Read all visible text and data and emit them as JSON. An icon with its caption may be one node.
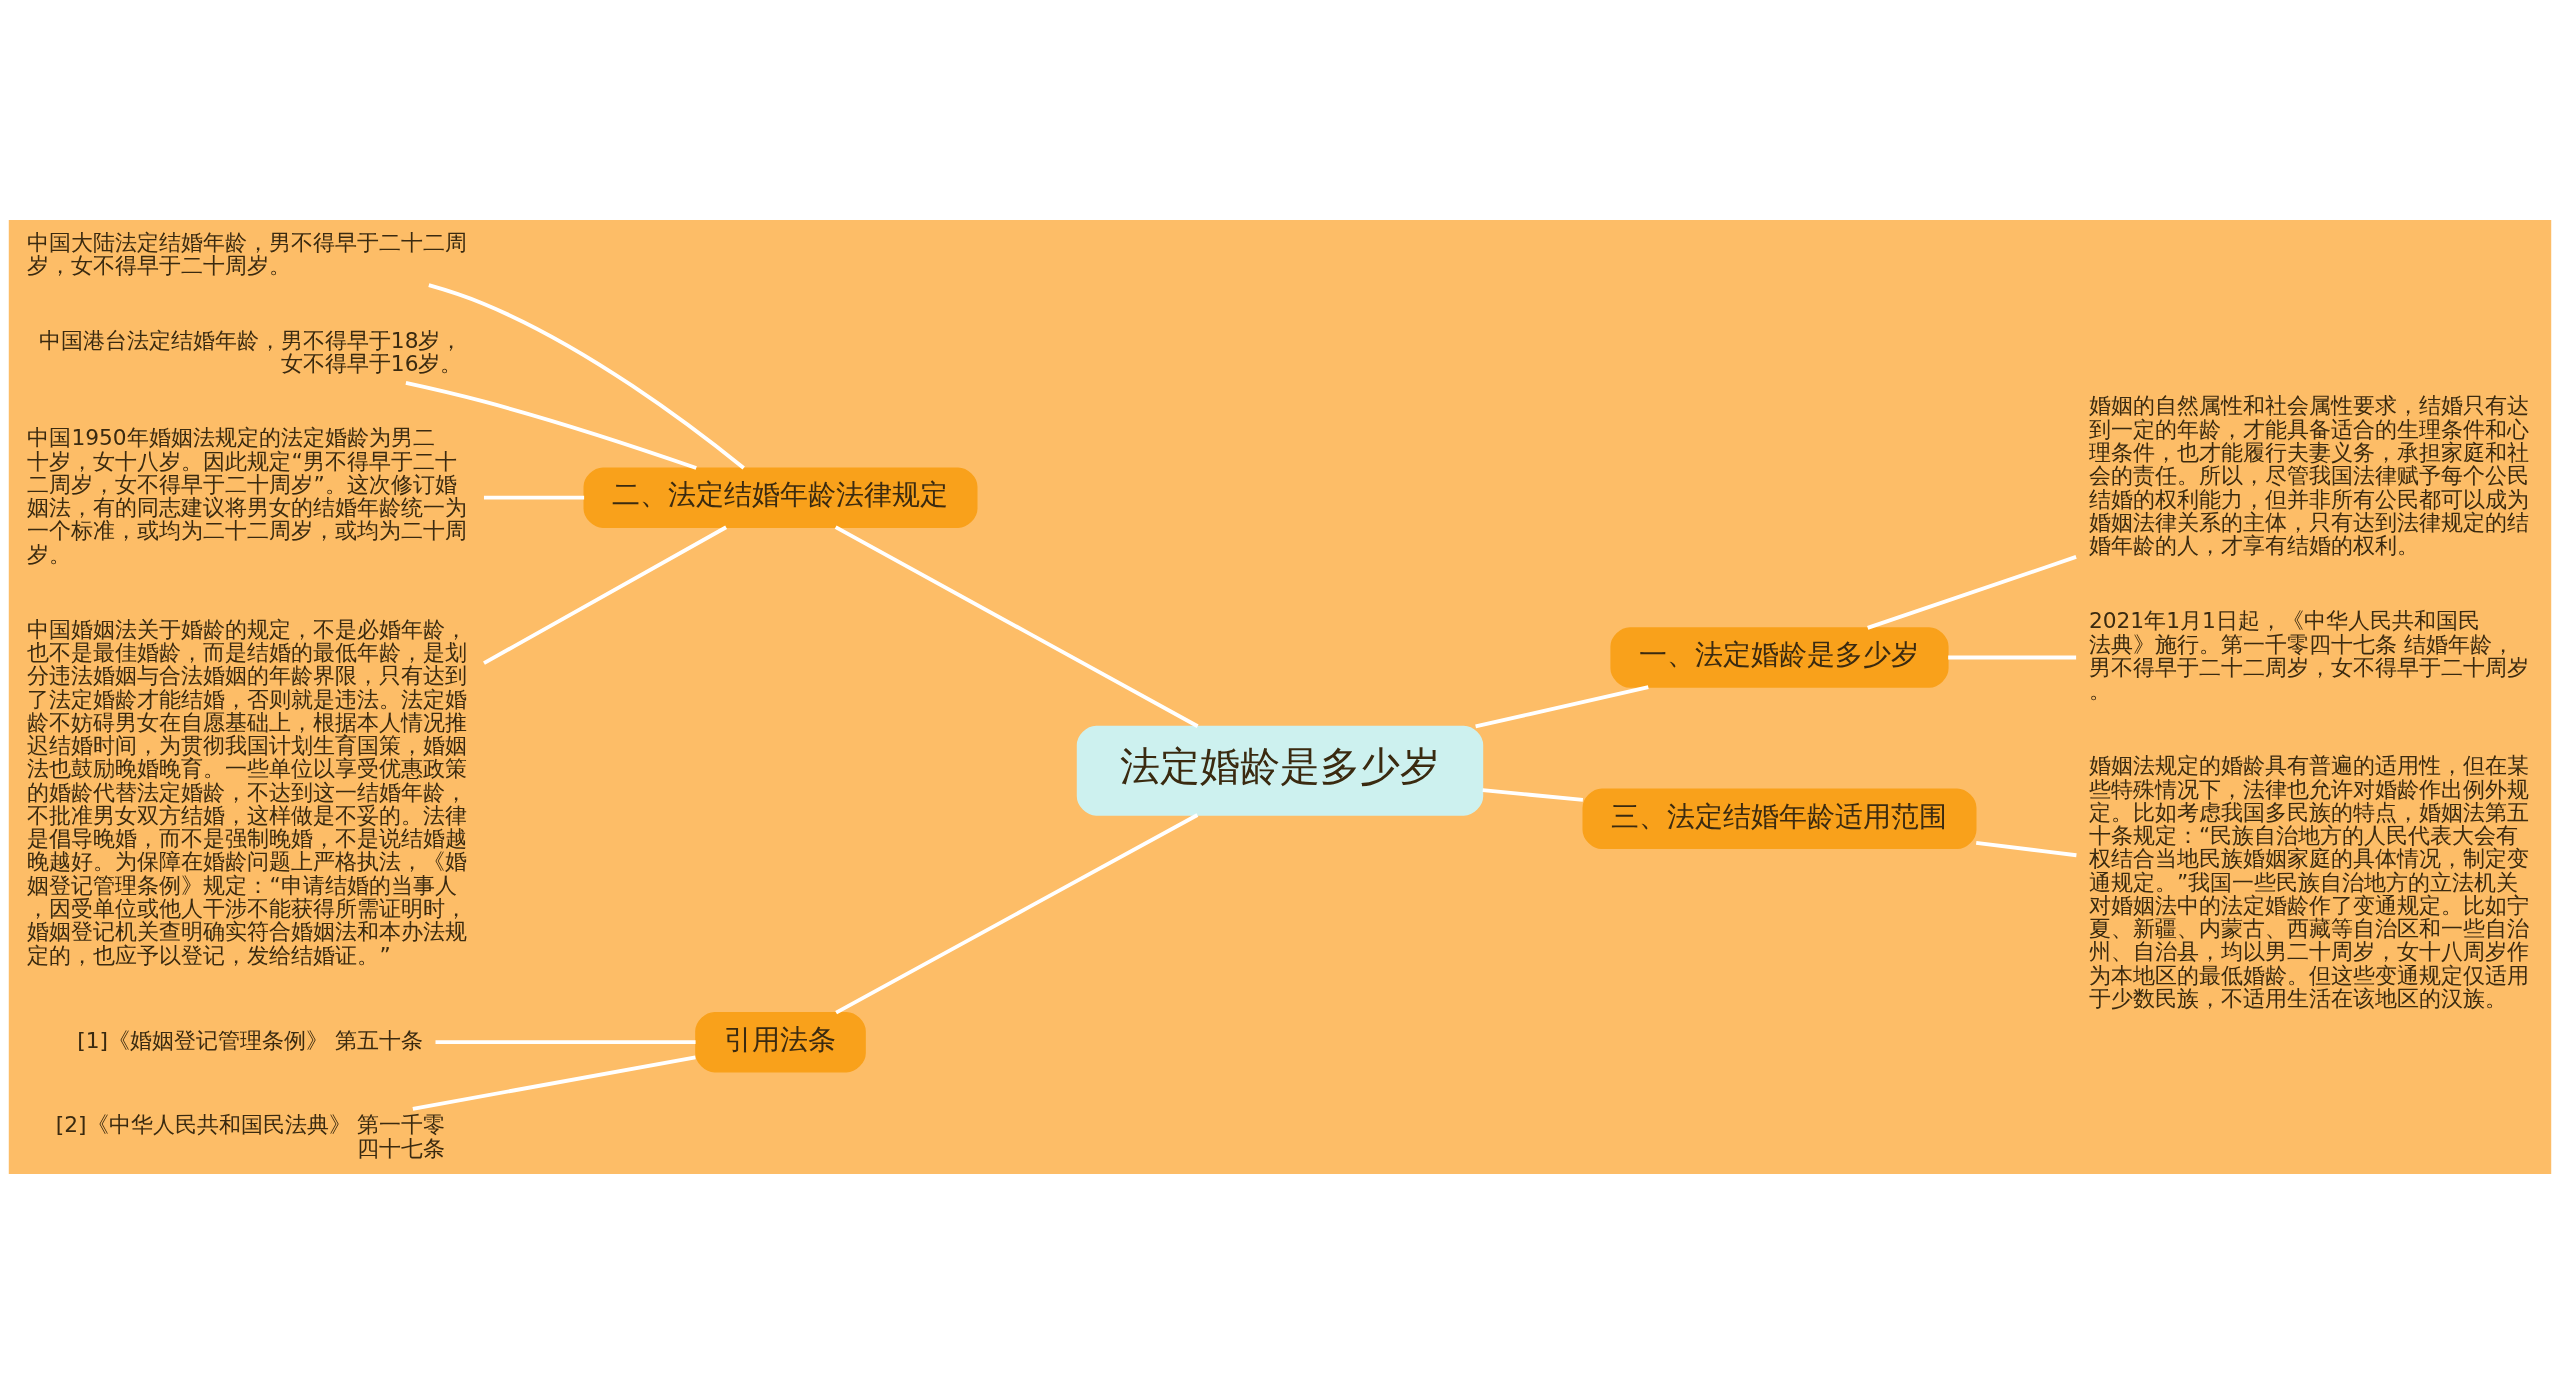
{
  "diagram": {
    "nodes": [
      {
        "text": [
          "法定婚龄是多少岁"
        ]
      },
      {
        "text": [
          "一、法定婚龄是多少岁"
        ]
      },
      {
        "text": [
          "婚姻的自然属性和社会属性要求，结婚只有达到一定的年龄，才能具备适合的生理条件和心理条件，也才能履行夫妻义务，承担家庭和社会的责任。所以，尽管我国法律赋予每个公民结婚的权利能力，但并非所有公民都可以成为婚姻法律关系的主体，只有达到法律规定的结婚年龄的人，才享有结婚的权利。"
        ]
      },
      {
        "text": [
          "2021年1月1日起，《中华人民共和国民法典》施行。第一千零四十七条 结婚年龄，男不得早于二十二周岁，女不得早于二十周岁。"
        ]
      },
      {
        "text": [
          "三、法定结婚年龄适用范围"
        ]
      },
      {
        "text": [
          "婚姻法规定的婚龄具有普遍的适用性，但在某些特殊情况下，法律也允许对婚龄作出例外规定。比如考虑我国多民族的特点，婚姻法第五十条规定：“民族自治地方的人民代表大会有权结合当地民族婚姻家庭的具体情况，制定变通规定。”我国一些民族自治地方的立法机关对婚姻法中的法定婚龄作了变通规定。比如宁夏、新疆、内蒙古、西藏等自治区和一些自治州、自治县，均以男二十周岁，女十八周岁作为本地区的最低婚龄。但这些变通规定仅适用于少数民族，不适用生活在该地区的汉族。"
        ]
      },
      {
        "text": [
          "二、法定结婚年龄法律规定"
        ]
      },
      {
        "text": [
          "中国大陆法定结婚年龄，男不得早于二十二周岁，女不得早于二十周岁。"
        ]
      },
      {
        "text": [
          "中国港台法定结婚年龄，男不得早于18岁，女不得早于16岁。"
        ]
      },
      {
        "text": [
          "中国1950年婚姻法规定的法定婚龄为男二十岁，女十八岁。因此规定“男不得早于二十二周岁，女不得早于二十周岁”。这次修订婚姻法，有的同志建议将男女的结婚年龄统一为一个标准，或均为二十二周岁，或均为二十周岁。"
        ]
      },
      {
        "text": [
          "中国婚姻法关于婚龄的规定，不是必婚年龄，也不是最佳婚龄，而是结婚的最低年龄，是划分违法婚姻与合法婚姻的年龄界限，只有达到了法定婚龄才能结婚，否则就是违法。法定婚龄不妨碍男女在自愿基础上，根据本人情况推迟结婚时间，为贯彻我国计划生育国策，婚姻法也鼓励晚婚晚育。一些单位以享受优惠政策的婚龄代替法定婚龄，不达到这一结婚年龄，不批准男女双方结婚，这样做是不妥的。法律是倡导晚婚，而不是强制晚婚，不是说结婚越晚越好。为保障在婚龄问题上严格执法，《婚姻登记管理条例》规定：“申请结婚的当事人，因受单位或他人干涉不能获得所需证明时，婚姻登记机关查明确实符合婚姻法和本办法规定的，也应予以登记，发给结婚证。”"
        ]
      },
      {
        "text": [
          "引用法条"
        ]
      },
      {
        "text": [
          "[1]《婚姻登记管理条例》 第五十条"
        ]
      },
      {
        "text": [
          "[2]《中华人民共和国民法典》 第一千零四十七条"
        ]
      }
    ],
    "edges": [
      {
        "from": 0,
        "to": 1,
        "arrow": "none"
      },
      {
        "from": 1,
        "to": 2,
        "arrow": "none"
      },
      {
        "from": 1,
        "to": 3,
        "arrow": "none"
      },
      {
        "from": 0,
        "to": 4,
        "arrow": "none"
      },
      {
        "from": 4,
        "to": 5,
        "arrow": "none"
      },
      {
        "from": 0,
        "to": 6,
        "arrow": "none"
      },
      {
        "from": 6,
        "to": 7,
        "arrow": "none"
      },
      {
        "from": 6,
        "to": 8,
        "arrow": "none"
      },
      {
        "from": 6,
        "to": 9,
        "arrow": "none"
      },
      {
        "from": 6,
        "to": 10,
        "arrow": "none"
      },
      {
        "from": 0,
        "to": 11,
        "arrow": "none"
      },
      {
        "from": 11,
        "to": 12,
        "arrow": "none"
      },
      {
        "from": 11,
        "to": 13,
        "arrow": "none"
      }
    ]
  }
}
